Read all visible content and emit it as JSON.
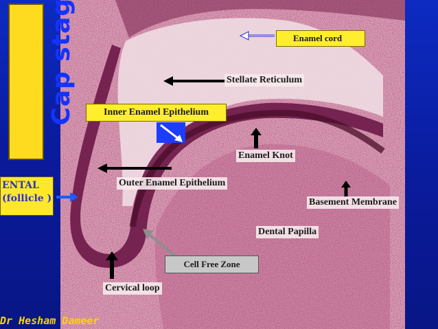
{
  "slide": {
    "stage_title": "Cap stage",
    "dental_follicle_line1": "ENTAL",
    "dental_follicle_line2": "(follicle )",
    "signature": "Dr Hesham Dameer"
  },
  "labels": {
    "enamel_cord": "Enamel cord",
    "stellate_reticulum": "Stellate Reticulum",
    "inner_enamel_epithelium": "Inner Enamel Epithelium",
    "enamel_knot": "Enamel Knot",
    "outer_enamel_epithelium": "Outer Enamel Epithelium",
    "basement_membrane": "Basement Membrane",
    "dental_papilla": "Dental Papilla",
    "cell_free_zone": "Cell Free Zone",
    "cervical_loop": "Cervical loop"
  },
  "colors": {
    "background": "#0b1fa6",
    "title_box": "#ffdb1f",
    "title_text": "#1433ff",
    "label_box": "#ffee2e",
    "cell_free_box": "#c8c8c8",
    "signature": "#ffd400"
  }
}
